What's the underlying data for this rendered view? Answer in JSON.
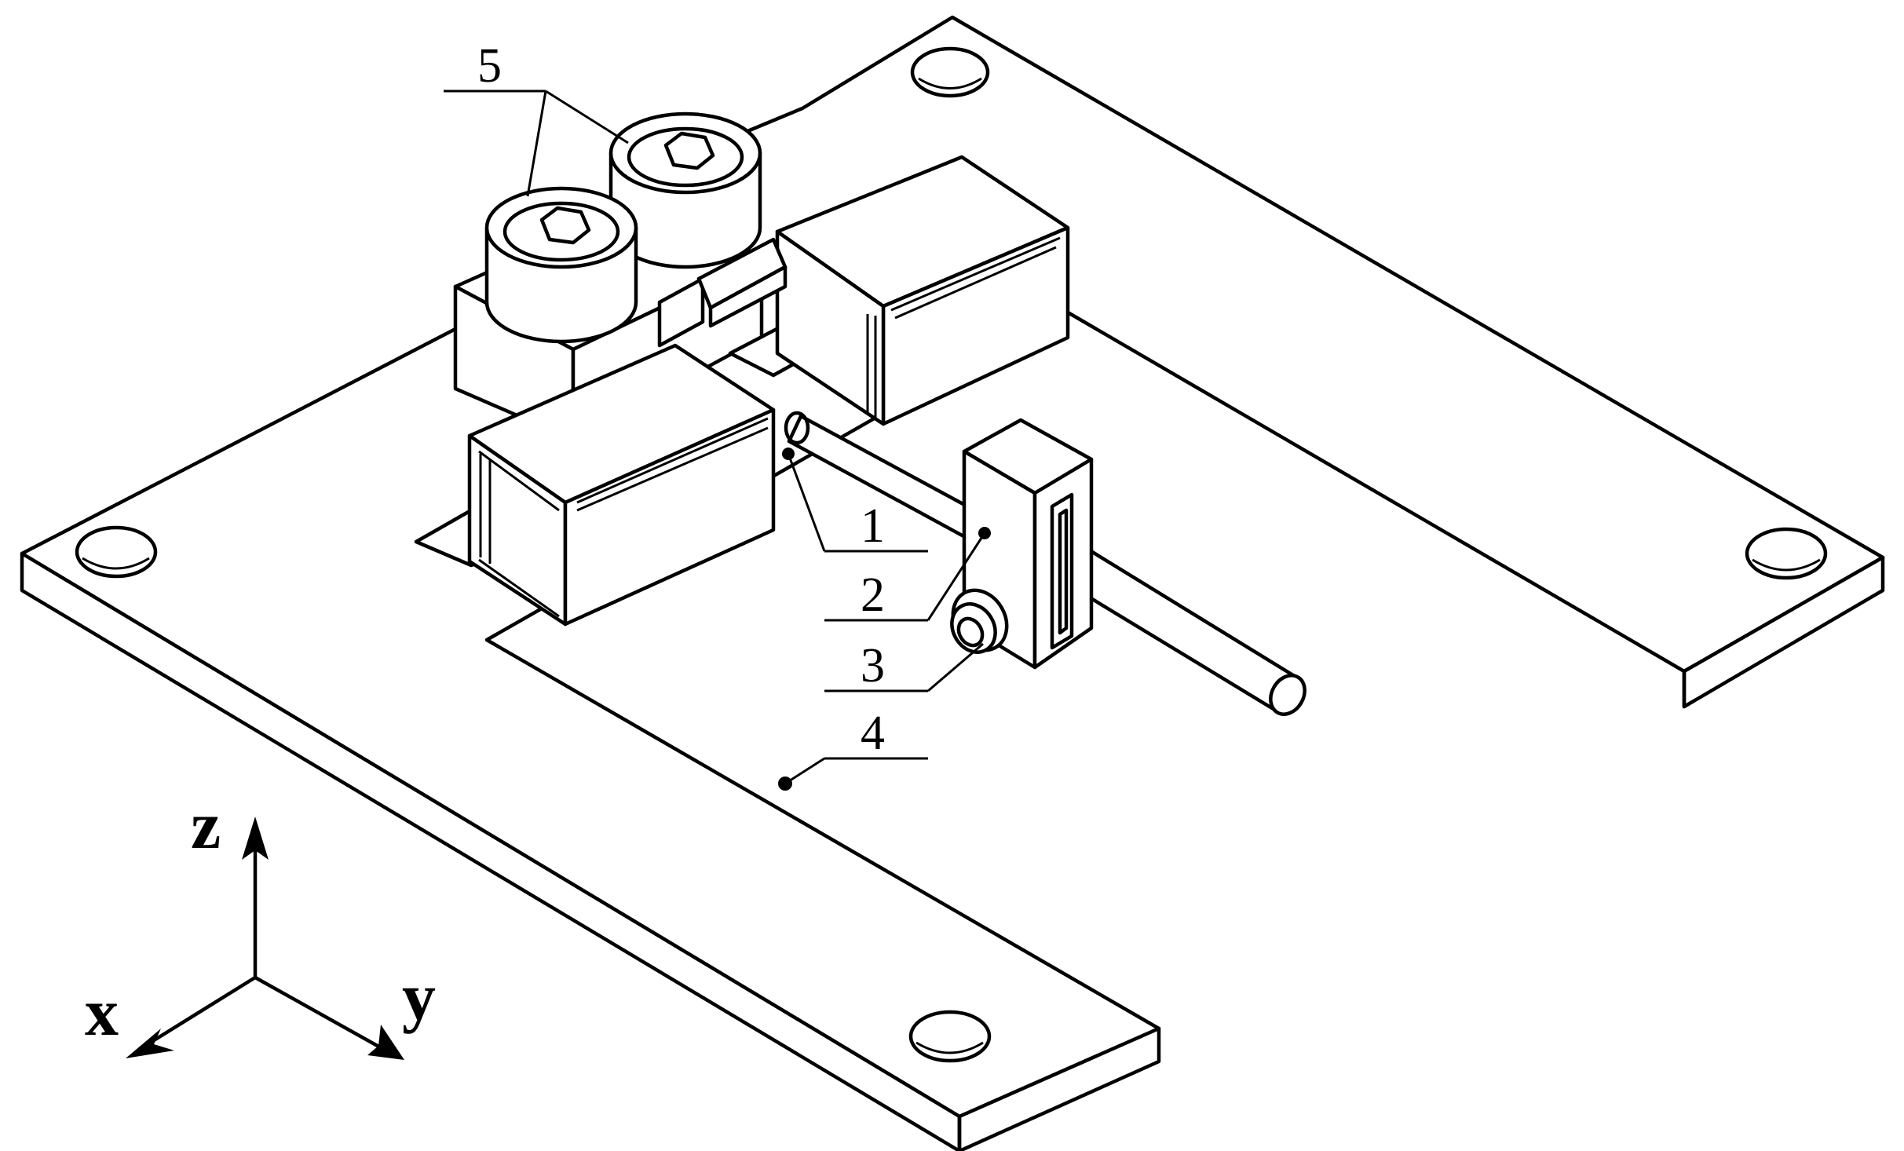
{
  "callouts": {
    "c1": "1",
    "c2": "2",
    "c3": "3",
    "c4": "4",
    "c5": "5"
  },
  "axes": {
    "z": "z",
    "x": "x",
    "y": "y"
  }
}
